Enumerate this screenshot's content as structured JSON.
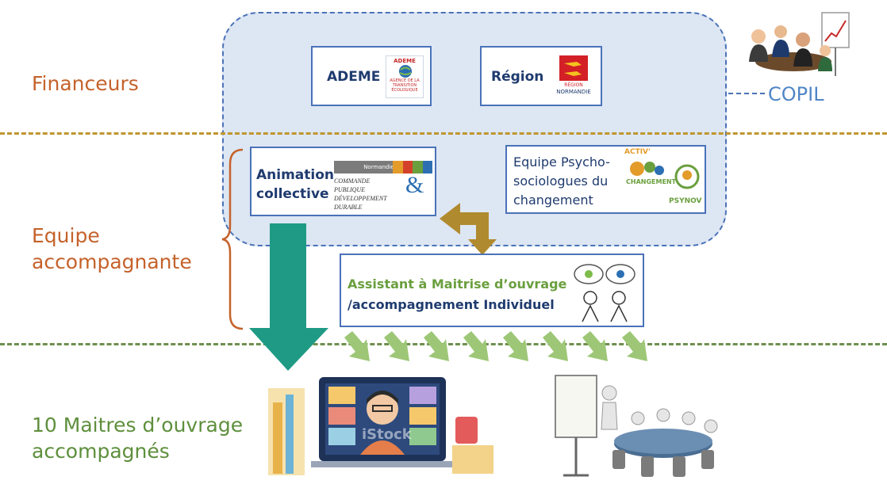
{
  "levels": {
    "financeurs": "Financeurs",
    "equipe_line1": "Equipe",
    "equipe_line2": "accompagnante",
    "maitres_line1": "10 Maitres d’ouvrage",
    "maitres_line2": "accompagnés"
  },
  "copil": "COPIL",
  "boxes": {
    "ademe": {
      "label": "ADEME",
      "logo_title": "ADEME",
      "logo_tagline_1": "AGENCE DE LA",
      "logo_tagline_2": "TRANSITION",
      "logo_tagline_3": "ÉCOLOGIQUE"
    },
    "region": {
      "label": "Région",
      "logo_line1": "RÉGION",
      "logo_line2": "NORMANDIE"
    },
    "animation": {
      "line1": "Animation",
      "line2": "collective",
      "logo_tab": "Normandie",
      "logo_line1": "COMMANDE PUBLIQUE",
      "logo_line2": "DÉVELOPPEMENT DURABLE",
      "logo_amp": "&"
    },
    "psycho": {
      "line1": "Equipe Psycho-",
      "line2": "sociologues du",
      "line3": "changement",
      "logo_activ": "ACTIV'",
      "logo_changement": "CHANGEMENT",
      "logo_psynov": "PSYNOV"
    },
    "amo": {
      "line1": "Assistant à Maitrise d’ouvrage",
      "line2": "/accompagnement Individuel"
    }
  },
  "images": {
    "video_watermark": "iStock"
  },
  "colors": {
    "orange": "#c5622b",
    "green": "#5e8f3c",
    "blue": "#4f86c6",
    "teal_arrow": "#1f9a85",
    "gold_arrow": "#b08a2e",
    "light_green_arrow": "#9dc776",
    "dashed_gold": "#bf962f",
    "dashed_green": "#6e8f4e"
  },
  "icons": {
    "copil_meeting": "meeting-people-icon",
    "teal_arrow": "arrow-down-icon",
    "gold_arrow": "bidirectional-arrow-icon",
    "green_arrows": "diagonal-arrow-icon"
  }
}
